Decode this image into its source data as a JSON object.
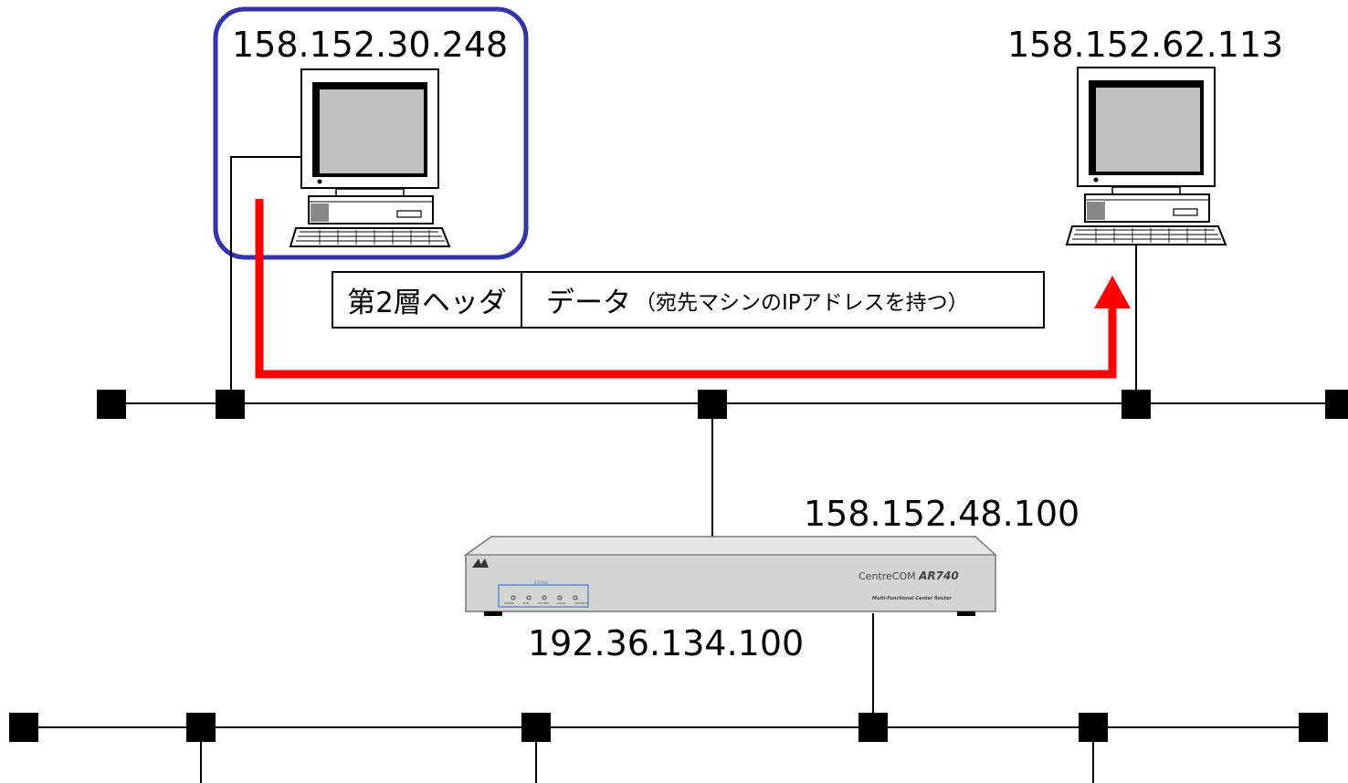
{
  "hosts": {
    "source_ip": "158.152.30.248",
    "destination_ip": "158.152.62.113"
  },
  "router": {
    "upper_ip": "158.152.48.100",
    "lower_ip": "192.36.134.100",
    "model_prefix": "CentreCOM",
    "model": "AR740",
    "subtitle": "Multi-Functional Center Router",
    "status_label": "STATUS",
    "led_labels": [
      "POWER",
      "RUN",
      "SYSTEM",
      "LOCAL",
      "SECURITY"
    ]
  },
  "frame": {
    "header_label": "第2層ヘッダ",
    "payload_label": "データ",
    "payload_note": "（宛先マシンのIPアドレスを持つ）"
  },
  "colors": {
    "highlight_border": "#3333aa",
    "path_arrow": "#ff0000",
    "network_line": "#000000",
    "node": "#000000",
    "monitor_screen": "#c0c0c0",
    "router_body": "#d4d4d4"
  }
}
